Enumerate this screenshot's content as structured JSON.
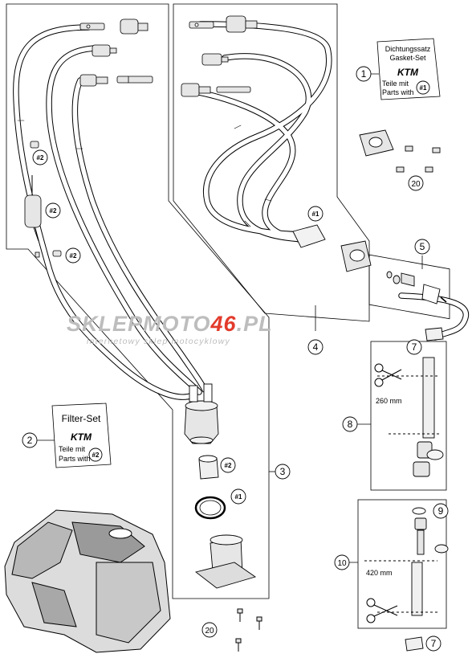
{
  "callouts": {
    "c1": "1",
    "c2": "2",
    "c3": "3",
    "c4": "4",
    "c5": "5",
    "c6": "7",
    "c7": "7",
    "c8": "8",
    "c9": "9",
    "c10": "10",
    "c11": "20",
    "c12": "20"
  },
  "hash_refs": {
    "h1": "#2",
    "h2": "#2",
    "h3": "#2",
    "h4": "#1",
    "h5": "#2",
    "h6": "#1",
    "h7": "#1",
    "h8": "#2"
  },
  "gasket_set_card": {
    "line1": "Dichtungssatz",
    "line2": "Gasket-Set",
    "logo": "KTM",
    "line3": "Teile mit",
    "line4": "Parts with",
    "ref": "#1"
  },
  "filter_set_card": {
    "title": "Filter-Set",
    "logo": "KTM",
    "line1": "Teile mit",
    "line2": "Parts with",
    "ref": "#2"
  },
  "dimensions": {
    "hose_short": "260 mm",
    "hose_long": "420 mm"
  },
  "watermark": {
    "part1": "SKLEP",
    "part2": "MOTO",
    "part3": "46",
    "part4": ".PL",
    "tagline": "internetowy sklep motocyklowy"
  },
  "colors": {
    "line": "#000000",
    "hose_fill": "#ffffff",
    "part_gray": "#e6e6e6",
    "watermark_gray": "#bdbdbd",
    "watermark_red": "#e23b2c"
  }
}
